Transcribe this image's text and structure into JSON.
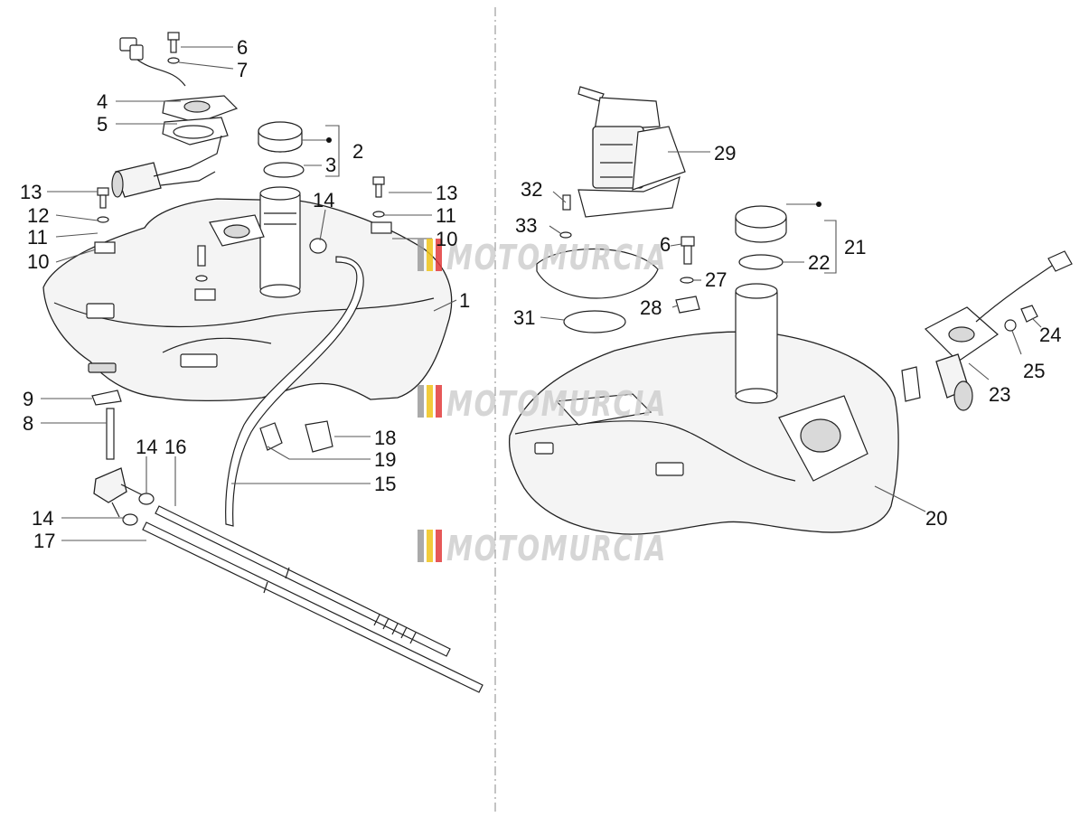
{
  "callouts": {
    "c1": "1",
    "c2": "2",
    "c3": "3",
    "c4": "4",
    "c5": "5",
    "c6": "6",
    "c7": "7",
    "c8": "8",
    "c9": "9",
    "c10": "10",
    "c11a": "11",
    "c11b": "11",
    "c12": "12",
    "c13a": "13",
    "c13b": "13",
    "c14a": "14",
    "c14b": "14",
    "c14c": "14",
    "c15": "15",
    "c16": "16",
    "c17": "17",
    "c18": "18",
    "c19": "19",
    "c10b": "10",
    "c20": "20",
    "c21": "21",
    "c22": "22",
    "c23": "23",
    "c24": "24",
    "c25": "25",
    "c26": "6",
    "c27": "27",
    "c28": "28",
    "c29": "29",
    "c31": "31",
    "c32": "32",
    "c33": "33"
  },
  "watermark": {
    "text": "MOTOMURCIA",
    "stripe_colors": [
      "#9c9c9c",
      "#f0c419",
      "#e23b3b"
    ],
    "text_color": "#cfcfcf"
  }
}
